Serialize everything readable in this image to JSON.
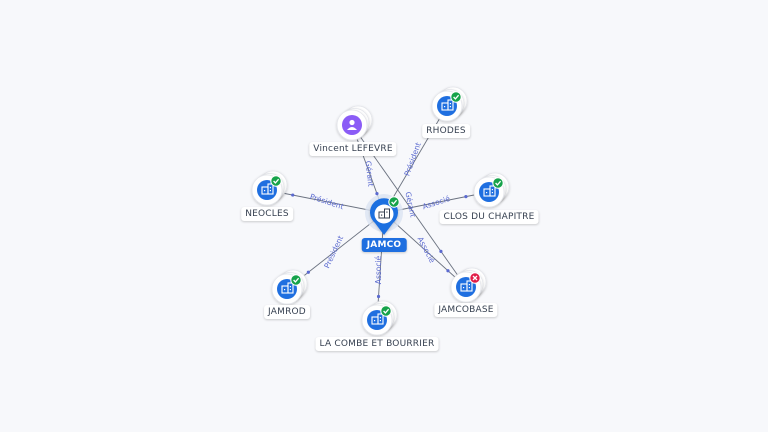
{
  "center": {
    "label": "JAMCO"
  },
  "nodes": [
    {
      "id": "vincent",
      "label": "Vincent LEFEVRE",
      "kind": "person",
      "status": "none"
    },
    {
      "id": "rhodes",
      "label": "RHODES",
      "kind": "company",
      "status": "active"
    },
    {
      "id": "neocles",
      "label": "NEOCLES",
      "kind": "company",
      "status": "active"
    },
    {
      "id": "clos",
      "label": "CLOS DU CHAPITRE",
      "kind": "company",
      "status": "active"
    },
    {
      "id": "jamrod",
      "label": "JAMROD",
      "kind": "company",
      "status": "active"
    },
    {
      "id": "lacombe",
      "label": "LA COMBE ET BOURRIER",
      "kind": "company",
      "status": "active"
    },
    {
      "id": "jamcobase",
      "label": "JAMCOBASE",
      "kind": "company",
      "status": "closed"
    }
  ],
  "edges": [
    {
      "from": "vincent",
      "to": "center",
      "label": "Gérant"
    },
    {
      "from": "center",
      "to": "rhodes",
      "label": "Président"
    },
    {
      "from": "center",
      "to": "neocles",
      "label": "Président"
    },
    {
      "from": "center",
      "to": "clos",
      "label": "Associé"
    },
    {
      "from": "center",
      "to": "jamrod",
      "label": "Président"
    },
    {
      "from": "center",
      "to": "lacombe",
      "label": "Associé"
    },
    {
      "from": "center",
      "to": "jamcobase",
      "label": "Associé"
    },
    {
      "from": "vincent",
      "to": "jamcobase",
      "label": "Gérant"
    }
  ],
  "colors": {
    "node_blue": "#1f6fe0",
    "person_purple": "#8b5cf6",
    "check_green": "#16a34a",
    "closed_red": "#e11d48",
    "edge_line": "#6b7280",
    "edge_label": "#5b6ad0"
  },
  "icons": {
    "company": "building-icon",
    "person": "person-icon",
    "active": "check-badge-icon",
    "closed": "cross-badge-icon"
  }
}
